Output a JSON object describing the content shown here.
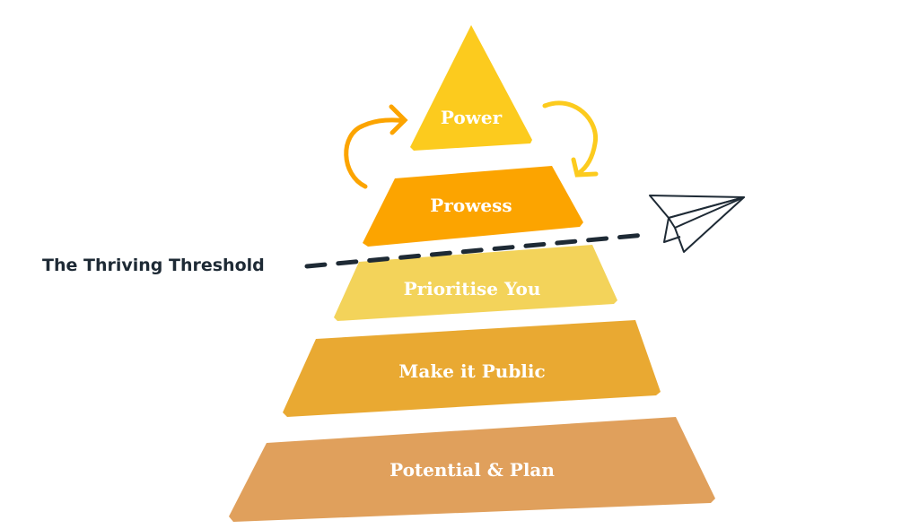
{
  "levels": [
    {
      "label": "Power",
      "color": "#FCCB1E"
    },
    {
      "label": "Prowess",
      "color": "#FCA400"
    },
    {
      "label": "Prioritise You",
      "color": "#F3D35A"
    },
    {
      "label": "Make it Public",
      "color": "#E9A932"
    },
    {
      "label": "Potential & Plan",
      "color": "#E0A05C"
    }
  ],
  "threshold": {
    "label": "The Thriving Threshold",
    "color": "#1E2A35"
  },
  "arrows": {
    "left_color": "#FCA400",
    "right_color": "#FCCB1E"
  }
}
